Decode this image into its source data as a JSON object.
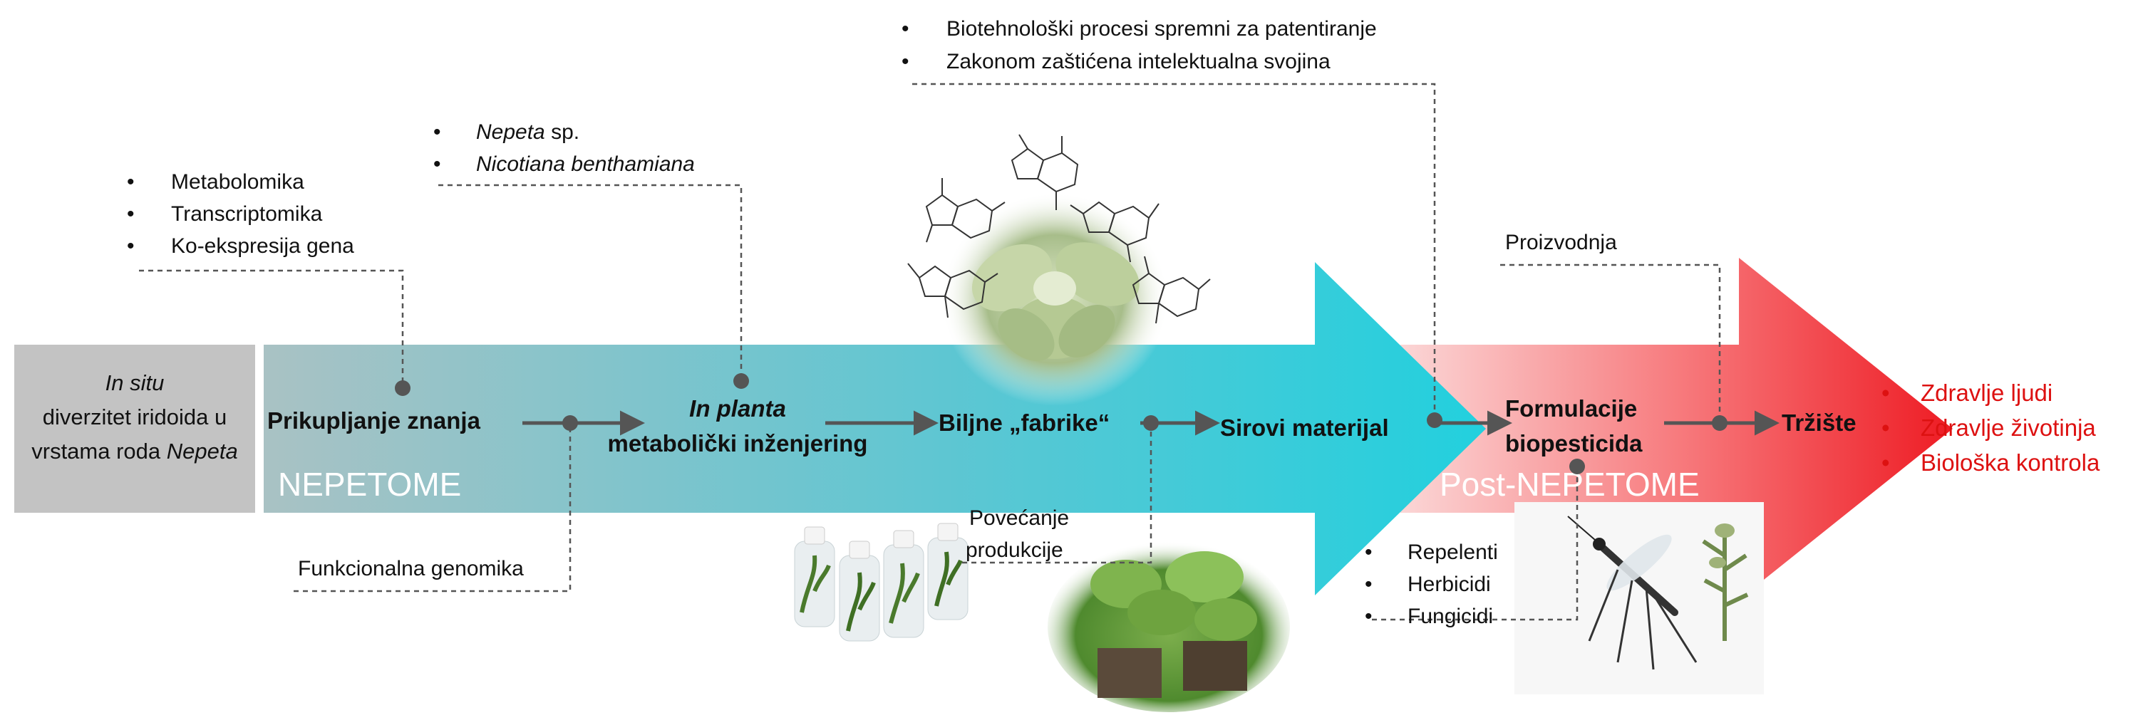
{
  "insitu": {
    "line1": "In situ",
    "line2": "diverzitet iridoida u",
    "line3a": "vrstama roda ",
    "line3b": "Nepeta"
  },
  "phase_labels": {
    "nepetome": "NEPETOME",
    "post": "Post-NEPETOME"
  },
  "steps": {
    "prikupljanje": "Prikupljanje znanja",
    "inplanta_1": "In planta",
    "inplanta_2": "metabolički inženjering",
    "fabrike": "Biljne „fabrike“",
    "sirovi": "Sirovi materijal",
    "formulacije_1": "Formulacije",
    "formulacije_2": "biopesticida",
    "trziste": "Tržište"
  },
  "notes": {
    "omics": [
      "Metabolomika",
      "Transcriptomika",
      "Ko-ekspresija gena"
    ],
    "plants": [
      {
        "italic": "Nepeta",
        "rest": " sp."
      },
      {
        "italic": "Nicotiana benthamiana",
        "rest": ""
      }
    ],
    "ip": [
      "Biotehnološki procesi spremni za patentiranje",
      "Zakonom zaštićena intelektualna svojina"
    ],
    "proizvodnja": "Proizvodnja",
    "funkcionalna": "Funkcionalna genomika",
    "povecanje_1": "Povećanje",
    "povecanje_2": "produkcije",
    "pesticides": [
      "Repelenti",
      "Herbicidi",
      "Fungicidi"
    ],
    "outcomes": [
      "Zdravlje ljudi",
      "Zdravlje životinja",
      "Biološka kontrola"
    ]
  },
  "colors": {
    "insitu_box": "#c3c3c3",
    "nepetome_start": "#a9c2c4",
    "nepetome_end": "#22d0de",
    "post_start": "#fbd6d6",
    "post_end": "#ee1c24",
    "outcome_text": "#dd1111",
    "connector": "#555555"
  },
  "icons": {
    "molecules": "iridoid-molecule-icon",
    "plant_photo": "nepeta-plant-icon",
    "flasks": "tissue-culture-flask-icon",
    "seedlings": "nicotiana-seedling-icon",
    "mosquito": "mosquito-icon"
  }
}
